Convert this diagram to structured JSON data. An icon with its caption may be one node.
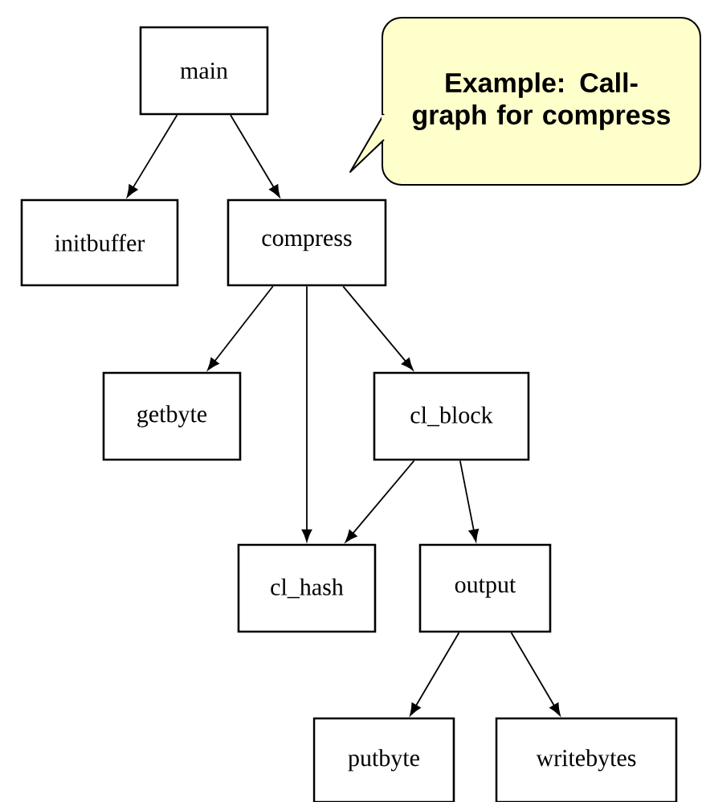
{
  "diagram": {
    "nodes": [
      {
        "text": [
          "main"
        ]
      },
      {
        "text": [
          "Example: Call-graph for compress"
        ]
      },
      {
        "text": [
          "initbuffer"
        ]
      },
      {
        "text": [
          "compress"
        ]
      },
      {
        "text": [
          "getbyte"
        ]
      },
      {
        "text": [
          "cl_block"
        ]
      },
      {
        "text": [
          "cl_hash"
        ]
      },
      {
        "text": [
          "output"
        ]
      },
      {
        "text": [
          "putbyte"
        ]
      },
      {
        "text": [
          "writebytes"
        ]
      }
    ],
    "edges": [
      {
        "from": 0,
        "to": 2,
        "arrow": "to"
      },
      {
        "from": 0,
        "to": 3,
        "arrow": "to"
      },
      {
        "from": 3,
        "to": 4,
        "arrow": "to"
      },
      {
        "from": 3,
        "to": 6,
        "arrow": "to"
      },
      {
        "from": 3,
        "to": 5,
        "arrow": "to"
      },
      {
        "from": 5,
        "to": 6,
        "arrow": "to"
      },
      {
        "from": 5,
        "to": 7,
        "arrow": "to"
      },
      {
        "from": 7,
        "to": 8,
        "arrow": "to"
      },
      {
        "from": 7,
        "to": 9,
        "arrow": "to"
      }
    ]
  }
}
